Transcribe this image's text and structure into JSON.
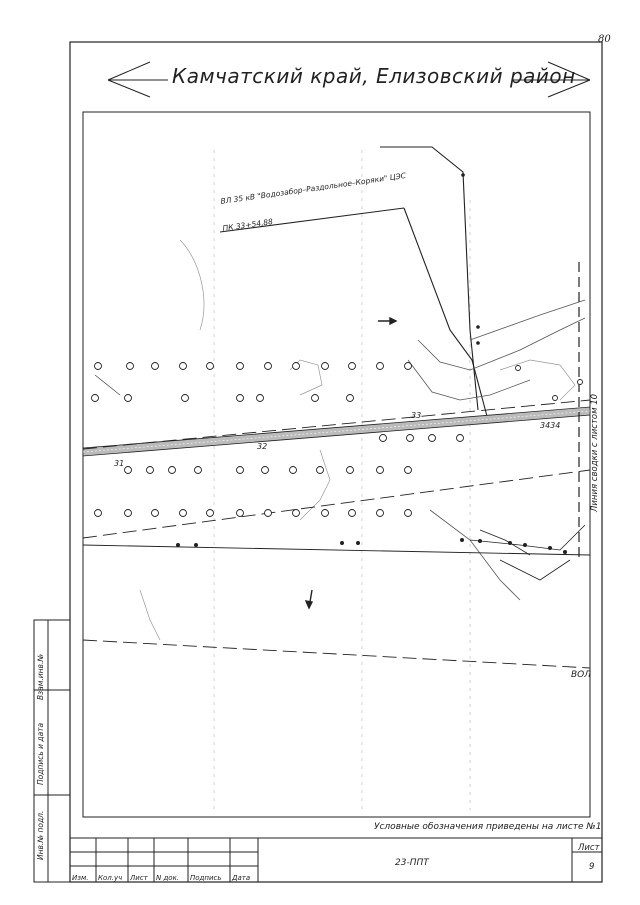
{
  "page_number": "80",
  "title": "Камчатский край, Елизовский район",
  "power_line": {
    "label": "ВЛ 35 кВ \"Водозабор–Раздольное–Коряки\" ЦЭС",
    "picket": "ПК 33+54,88"
  },
  "pickets": [
    "31",
    "32",
    "33",
    "3434"
  ],
  "cable_label": "ВОЛ",
  "match_line": "Линия сводки с листом 10",
  "legend_note": "Условные обозначения приведены на листе №1",
  "title_block": {
    "doc_code": "23-ППТ",
    "sheet_label": "Лист",
    "sheet_number": "9",
    "headers": [
      "Изм.",
      "Кол.уч",
      "Лист",
      "N док.",
      "Подпись",
      "Дата"
    ]
  },
  "side_stamp": [
    "Взам.инв.№",
    "Подпись и дата",
    "Инв.№ подл."
  ],
  "colors": {
    "ink": "#222222",
    "road_fill": "#bbbbbb",
    "grid_dash": "#cccccc"
  }
}
